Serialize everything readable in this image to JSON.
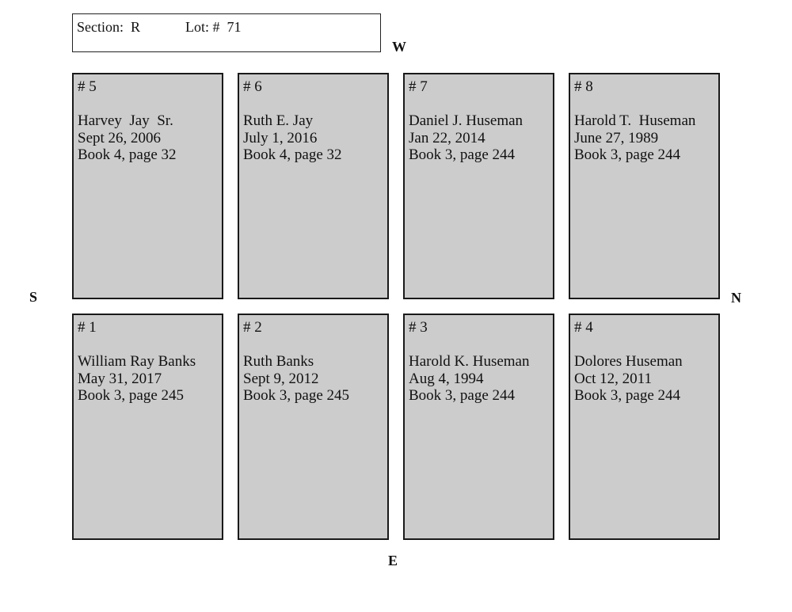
{
  "header": {
    "section_text": "Section:  R",
    "lot_text": "Lot: #  71"
  },
  "compass": {
    "west": "W",
    "south": "S",
    "north": "N",
    "east": "E"
  },
  "plots": [
    {
      "number": "# 5",
      "name": "Harvey  Jay  Sr.",
      "date": "Sept 26, 2006",
      "record": "Book 4, page 32"
    },
    {
      "number": "# 6",
      "name": "Ruth E. Jay",
      "date": "July 1, 2016",
      "record": "Book 4, page 32"
    },
    {
      "number": "# 7",
      "name": "Daniel J. Huseman",
      "date": "Jan 22, 2014",
      "record": "Book 3, page 244"
    },
    {
      "number": "# 8",
      "name": "Harold T.  Huseman",
      "date": "June 27, 1989",
      "record": "Book 3, page 244"
    },
    {
      "number": "# 1",
      "name": "William Ray Banks",
      "date": "May 31, 2017",
      "record": "Book 3, page 245"
    },
    {
      "number": "# 2",
      "name": "Ruth Banks",
      "date": "Sept 9, 2012",
      "record": "Book 3, page 245"
    },
    {
      "number": "# 3",
      "name": "Harold K. Huseman",
      "date": "Aug 4, 1994",
      "record": "Book 3, page 244"
    },
    {
      "number": "# 4",
      "name": "Dolores Huseman",
      "date": "Oct 12, 2011",
      "record": "Book 3, page 244"
    }
  ]
}
